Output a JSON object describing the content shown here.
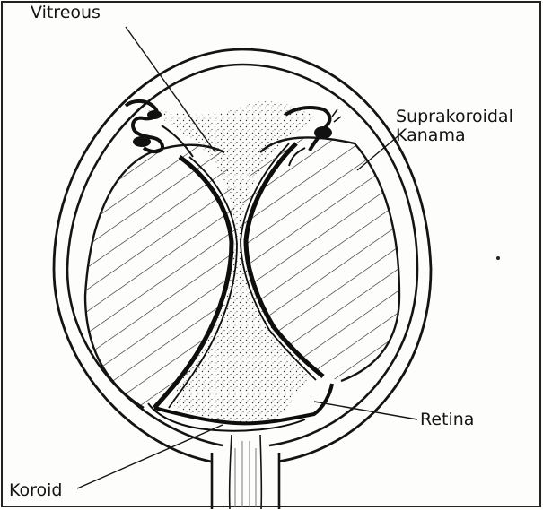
{
  "labels": {
    "vitreous": "Vitreous",
    "suprachoroidal_line1": "Suprakoroidal",
    "suprachoroidal_line2": "Kanama",
    "retina": "Retina",
    "choroid": "Koroid"
  },
  "colors": {
    "ink": "#141414",
    "background": "#fdfdfb"
  }
}
